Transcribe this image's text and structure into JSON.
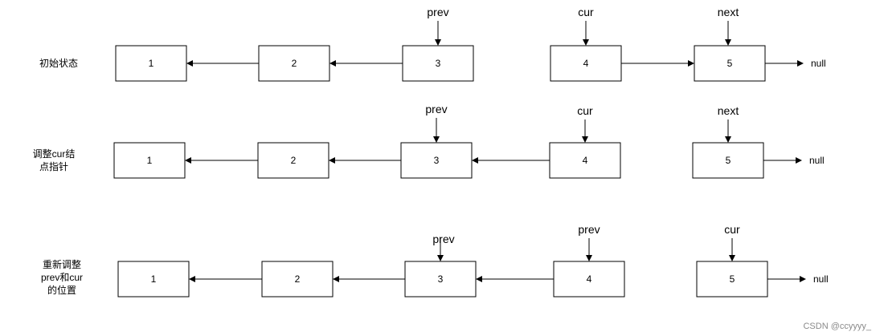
{
  "rows": [
    {
      "label_lines": [
        "初始状态"
      ],
      "nodes": [
        "1",
        "2",
        "3",
        "4",
        "5"
      ],
      "pointers": [
        {
          "label": "prev",
          "node": 3
        },
        {
          "label": "cur",
          "node": 4
        },
        {
          "label": "next",
          "node": 5
        }
      ],
      "null_label": "null"
    },
    {
      "label_lines": [
        "调整cur结",
        "点指针"
      ],
      "nodes": [
        "1",
        "2",
        "3",
        "4",
        "5"
      ],
      "pointers": [
        {
          "label": "prev",
          "node": 3
        },
        {
          "label": "cur",
          "node": 4
        },
        {
          "label": "next",
          "node": 5
        }
      ],
      "null_label": "null"
    },
    {
      "label_lines": [
        "重新调整",
        "prev和cur",
        "的位置"
      ],
      "nodes": [
        "1",
        "2",
        "3",
        "4",
        "5"
      ],
      "pointers": [
        {
          "label": "prev",
          "node": 3
        },
        {
          "label": "prev",
          "node": 4
        },
        {
          "label": "cur",
          "node": 5
        }
      ],
      "null_label": "null"
    }
  ],
  "watermark": "CSDN @ccyyyy_"
}
